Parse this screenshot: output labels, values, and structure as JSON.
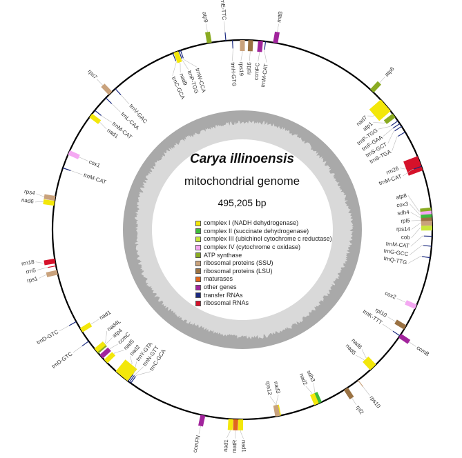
{
  "title": {
    "species": "Carya illinoensis",
    "subtitle": "mitochondrial genome",
    "size": "495,205 bp"
  },
  "legend": [
    {
      "key": "c1",
      "label": "complex I (NADH dehydrogenase)",
      "color": "#f3e70a"
    },
    {
      "key": "c2",
      "label": "complex II (succinate dehydrogenase)",
      "color": "#3dbb3d"
    },
    {
      "key": "c3",
      "label": "complex III (ubichinol cytochrome c reductase)",
      "color": "#c9e63c"
    },
    {
      "key": "c4",
      "label": "complex IV (cytochrome c oxidase)",
      "color": "#f4a8f2"
    },
    {
      "key": "atp",
      "label": "ATP synthase",
      "color": "#8aab22"
    },
    {
      "key": "ssu",
      "label": "ribosomal proteins (SSU)",
      "color": "#c9a27c"
    },
    {
      "key": "lsu",
      "label": "ribosomal proteins (LSU)",
      "color": "#9a7243"
    },
    {
      "key": "mat",
      "label": "maturases",
      "color": "#e0661c"
    },
    {
      "key": "other",
      "label": "other genes",
      "color": "#a1249c"
    },
    {
      "key": "trna",
      "label": "transfer RNAs",
      "color": "#1b2a80"
    },
    {
      "key": "rrna",
      "label": "ribosomal RNAs",
      "color": "#d5112a"
    }
  ],
  "genes": [
    {
      "label": "atp9",
      "cat": "atp"
    },
    {
      "label": "trnE-TTC",
      "cat": "trna"
    },
    {
      "label": "trnH-GTG",
      "cat": "trna"
    },
    {
      "label": "rps19",
      "cat": "ssu"
    },
    {
      "label": "rpl16",
      "cat": "lsu"
    },
    {
      "label": "ccmFC",
      "cat": "other"
    },
    {
      "label": "trnM-CAT",
      "cat": "trna"
    },
    {
      "label": "mttB",
      "cat": "other"
    },
    {
      "label": "trnW-CCA",
      "cat": "trna"
    },
    {
      "label": "trnP-TGG",
      "cat": "trna"
    },
    {
      "label": "nad9",
      "cat": "c1"
    },
    {
      "label": "trnC-GCA",
      "cat": "trna"
    },
    {
      "label": "atp6",
      "cat": "atp"
    },
    {
      "label": "nad7",
      "cat": "c1"
    },
    {
      "label": "atp1",
      "cat": "atp"
    },
    {
      "label": "trnP-TGG",
      "cat": "trna"
    },
    {
      "label": "trnF-GAA",
      "cat": "trna"
    },
    {
      "label": "trnS-GCT",
      "cat": "trna"
    },
    {
      "label": "trnS-TGA",
      "cat": "trna"
    },
    {
      "label": "rrn26",
      "cat": "rrna"
    },
    {
      "label": "trnM-CAT",
      "cat": "trna"
    },
    {
      "label": "atp8",
      "cat": "atp"
    },
    {
      "label": "cox3",
      "cat": "c4"
    },
    {
      "label": "sdh4",
      "cat": "c2"
    },
    {
      "label": "rpl5",
      "cat": "lsu"
    },
    {
      "label": "rps14",
      "cat": "ssu"
    },
    {
      "label": "cob",
      "cat": "c3"
    },
    {
      "label": "trnM-CAT",
      "cat": "trna"
    },
    {
      "label": "trnG-GCC",
      "cat": "trna"
    },
    {
      "label": "trnQ-TTG",
      "cat": "trna"
    },
    {
      "label": "cox2",
      "cat": "c4"
    },
    {
      "label": "rpl10",
      "cat": "lsu"
    },
    {
      "label": "trnK-TTT",
      "cat": "trna"
    },
    {
      "label": "ccmB",
      "cat": "other"
    },
    {
      "label": "nad6",
      "cat": "c1"
    },
    {
      "label": "nad5",
      "cat": "c1"
    },
    {
      "label": "rps10",
      "cat": "ssu"
    },
    {
      "label": "rpl2",
      "cat": "lsu"
    },
    {
      "label": "sdh3",
      "cat": "c2"
    },
    {
      "label": "nad2",
      "cat": "c1"
    },
    {
      "label": "nad3",
      "cat": "c1"
    },
    {
      "label": "rps12",
      "cat": "ssu"
    },
    {
      "label": "nad1",
      "cat": "c1"
    },
    {
      "label": "matR",
      "cat": "mat"
    },
    {
      "label": "nad1",
      "cat": "c1"
    },
    {
      "label": "ccmFN",
      "cat": "other"
    },
    {
      "label": "nad2",
      "cat": "c1"
    },
    {
      "label": "trnY-GTA",
      "cat": "trna"
    },
    {
      "label": "trnN-GTT",
      "cat": "trna"
    },
    {
      "label": "trnC-GCA",
      "cat": "trna"
    },
    {
      "label": "nad5",
      "cat": "c1"
    },
    {
      "label": "ccmC",
      "cat": "other"
    },
    {
      "label": "atp4",
      "cat": "atp"
    },
    {
      "label": "nad4L",
      "cat": "c1"
    },
    {
      "label": "trnD-GTC",
      "cat": "trna"
    },
    {
      "label": "nad1",
      "cat": "c1"
    },
    {
      "label": "trnD-GTC",
      "cat": "trna"
    },
    {
      "label": "rps1",
      "cat": "ssu"
    },
    {
      "label": "rrn5",
      "cat": "rrna"
    },
    {
      "label": "rrn18",
      "cat": "rrna"
    },
    {
      "label": "nad6",
      "cat": "c1"
    },
    {
      "label": "rps4",
      "cat": "ssu"
    },
    {
      "label": "trnM-CAT",
      "cat": "trna"
    },
    {
      "label": "cox1",
      "cat": "c4"
    },
    {
      "label": "nad1",
      "cat": "c1"
    },
    {
      "label": "trnM-CAT",
      "cat": "trna"
    },
    {
      "label": "trnL-CAA",
      "cat": "trna"
    },
    {
      "label": "rps7",
      "cat": "ssu"
    },
    {
      "label": "trnV-GAC",
      "cat": "trna"
    }
  ]
}
